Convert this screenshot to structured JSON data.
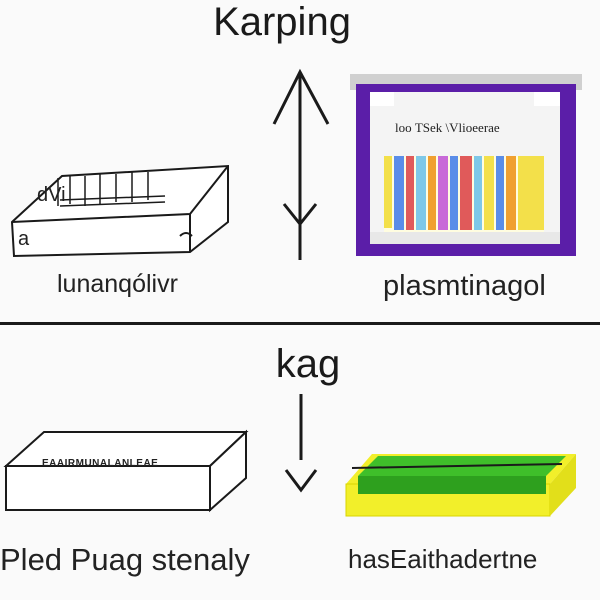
{
  "top_section": {
    "title": "Karping",
    "left_item": {
      "device_text": "dVi",
      "device_corner_text": "a",
      "caption": "lunanqólivr"
    },
    "right_item": {
      "screen_header": "loo ΤSek \\Vlioeerae",
      "caption": "plasmtinagol"
    }
  },
  "bottom_section": {
    "title": "kag",
    "left_item": {
      "box_text": "EAAIRMUNALANLEAE",
      "caption": "Pled Puag stenaly"
    },
    "right_item": {
      "caption": "hasEaithadertne"
    }
  },
  "icons": [
    "double-arrow-icon",
    "down-arrow-icon"
  ],
  "colors": {
    "monitor_frame": "#5b1ea8",
    "screen_stripes": [
      "#e05a5a",
      "#f0a030",
      "#5b8de8",
      "#c86ad8",
      "#f3e04a",
      "#7ec8e8"
    ],
    "green_slab": "#3fbf2a",
    "yellow_slab": "#f2ef2a",
    "divider": "#1a1a1a"
  }
}
